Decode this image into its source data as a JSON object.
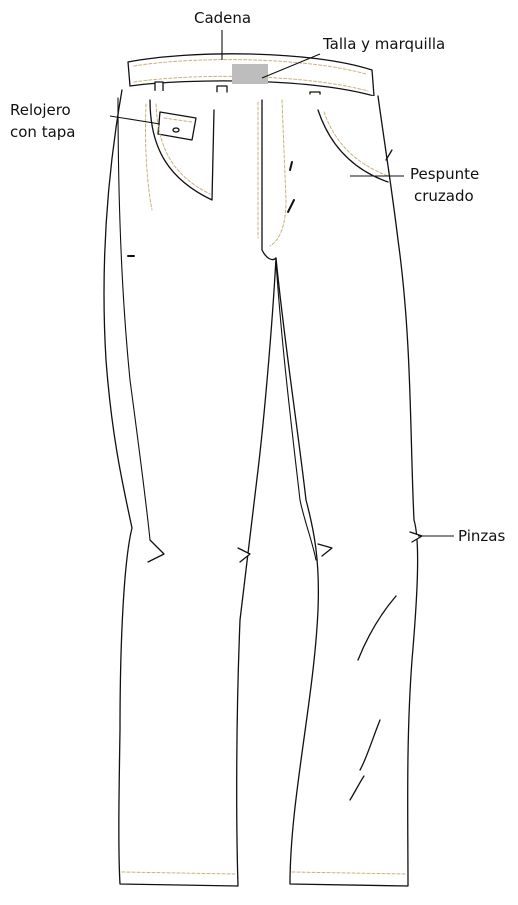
{
  "labels": {
    "cadena": "Cadena",
    "talla": "Talla y marquilla",
    "relojero_1": "Relojero",
    "relojero_2": "con tapa",
    "pespunte_1": "Pespunte",
    "pespunte_2": "cruzado",
    "pinzas": "Pinzas"
  },
  "colors": {
    "outline": "#111111",
    "stitch": "#c9b27a",
    "label_patch": "#bdbdbd",
    "background": "#ffffff"
  }
}
